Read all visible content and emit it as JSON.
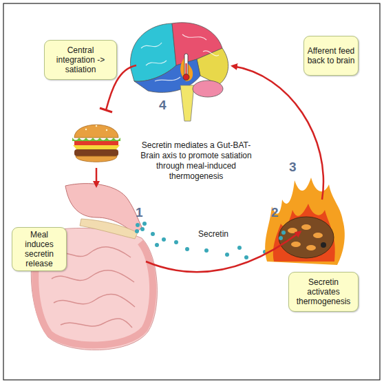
{
  "diagram": {
    "nodes": [
      {
        "text": [
          "Central integration -> satiation"
        ]
      },
      {
        "text": [
          "Afferent feed back to brain"
        ]
      },
      {
        "text": [
          "Meal induces secretin release"
        ]
      },
      {
        "text": [
          "Secretin activates thermogenesis"
        ]
      }
    ],
    "labels": [
      "4",
      "3",
      "Secretin mediates a Gut-BAT-Brain axis to promote satiation through meal-induced thermogenesis",
      "1",
      "2",
      "Secretin"
    ]
  }
}
